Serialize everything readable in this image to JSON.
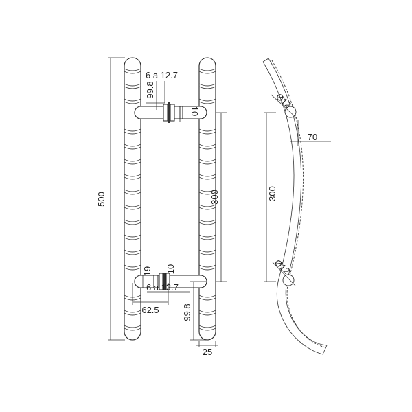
{
  "drawing": {
    "labels": {
      "overall_height": "500",
      "center_distance_front": "300",
      "center_distance_side": "300",
      "top_bolt": "6 a 12.7",
      "top_standoff": "99.8",
      "top_washer": "10",
      "bottom_washer_height": "19",
      "bottom_washer": "10",
      "bottom_bolt": "6 a 12.7",
      "projection": "62.5",
      "bottom_standoff": "99.8",
      "diameter": "25",
      "side_depth": "70",
      "side_hole_top": "Ø12",
      "side_hole_bottom": "Ø12"
    }
  }
}
